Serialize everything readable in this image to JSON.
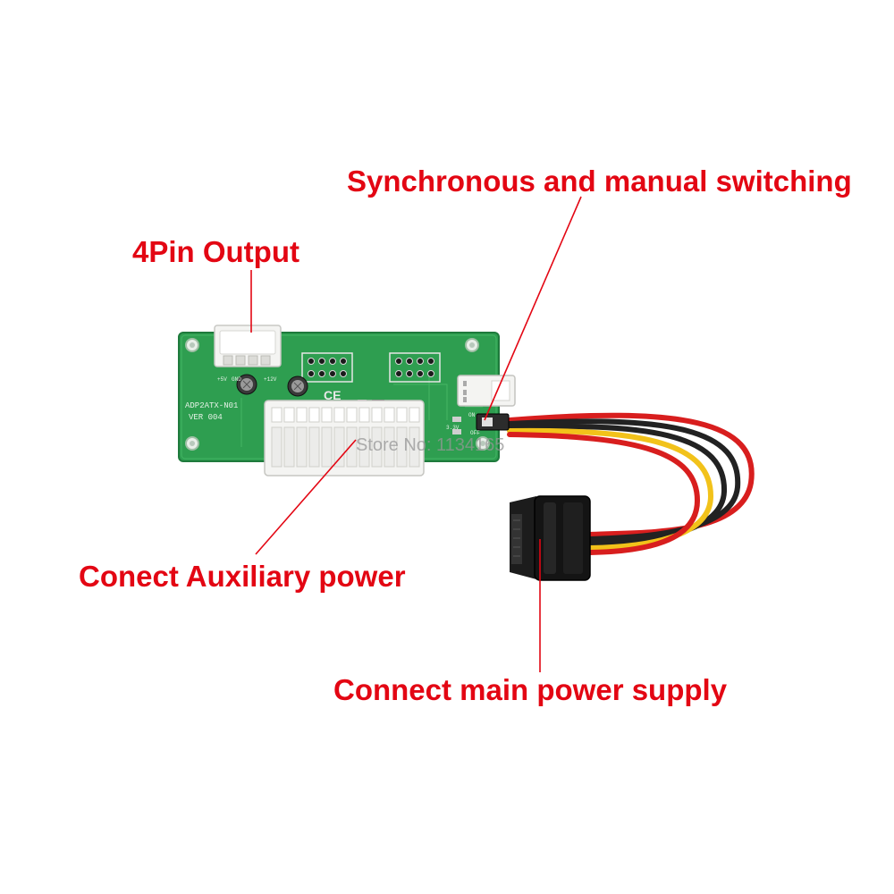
{
  "callouts": {
    "sync_switch": "Synchronous and manual switching",
    "pin_output": "4Pin Output",
    "aux_power": "Conect Auxiliary power",
    "main_power": "Connect main power supply"
  },
  "board": {
    "model": "ADP2ATX-N01",
    "version": "VER 004",
    "mark_5v": "+5V",
    "mark_gnd": "GND",
    "mark_12v": "+12V",
    "mark_on": "ON",
    "mark_off": "OFF",
    "mark_33v": "3.3V"
  },
  "watermark": "Store No: 1134165",
  "colors": {
    "callout_text": "#e30613",
    "leader_line": "#e30613",
    "pcb": "#2e9e50",
    "connector": "#f4f4f2",
    "wire_red": "#d81e1e",
    "wire_yellow": "#f2c21a",
    "wire_black": "#222222"
  }
}
